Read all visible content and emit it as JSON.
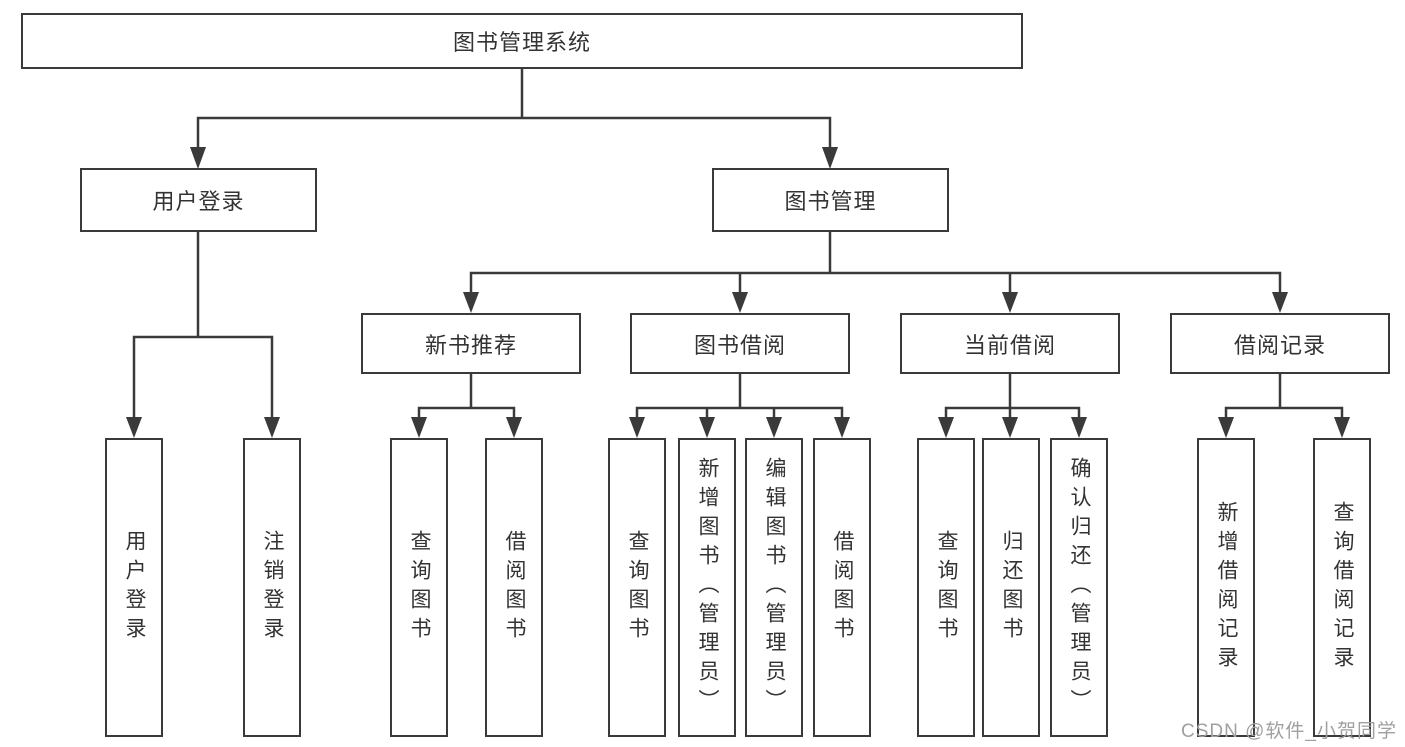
{
  "tree": {
    "root": {
      "label": "图书管理系统"
    },
    "branches": [
      {
        "label": "用户登录",
        "leaves": [
          {
            "label": "用户登录"
          },
          {
            "label": "注销登录"
          }
        ]
      },
      {
        "label": "图书管理",
        "children": [
          {
            "label": "新书推荐",
            "leaves": [
              {
                "label": "查询图书"
              },
              {
                "label": "借阅图书"
              }
            ]
          },
          {
            "label": "图书借阅",
            "leaves": [
              {
                "label": "查询图书"
              },
              {
                "label": "新增图书（管理员）"
              },
              {
                "label": "编辑图书（管理员）"
              },
              {
                "label": "借阅图书"
              }
            ]
          },
          {
            "label": "当前借阅",
            "leaves": [
              {
                "label": "查询图书"
              },
              {
                "label": "归还图书"
              },
              {
                "label": "确认归还（管理员）"
              }
            ]
          },
          {
            "label": "借阅记录",
            "leaves": [
              {
                "label": "新增借阅记录"
              },
              {
                "label": "查询借阅记录"
              }
            ]
          }
        ]
      }
    ]
  },
  "watermark": {
    "text": "CSDN @软件_小贺同学"
  },
  "colors": {
    "line": "#3a3a3a",
    "box_border": "#3a3a3a",
    "text": "#333333",
    "background": "#ffffff",
    "watermark": "#a0a0a0"
  }
}
